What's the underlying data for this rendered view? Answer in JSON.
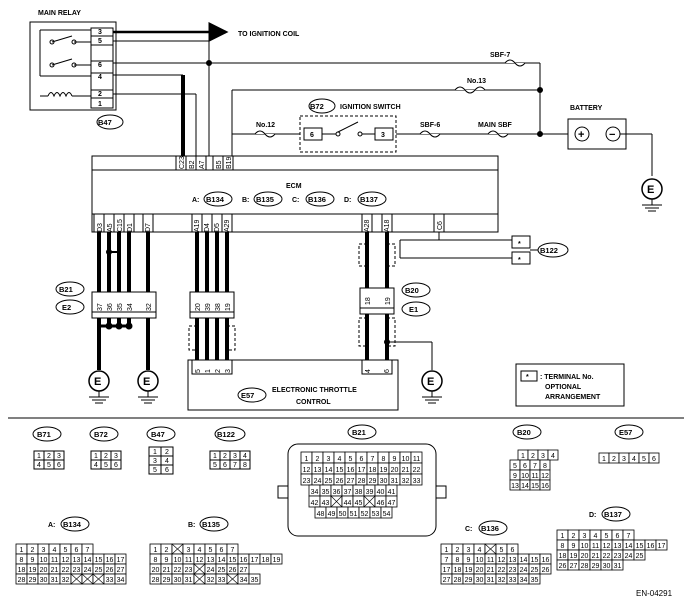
{
  "main_relay": {
    "title": "MAIN RELAY",
    "pins": [
      "3",
      "5",
      "6",
      "4",
      "2",
      "1"
    ],
    "connector": "B47"
  },
  "ignition_coil": "TO IGNITION COIL",
  "fuses": {
    "sbf7": "SBF-7",
    "no13": "No.13",
    "no12": "No.12",
    "sbf6": "SBF-6",
    "main_sbf": "MAIN SBF"
  },
  "ignition_switch": {
    "connector": "B72",
    "label": "IGNITION SWITCH",
    "pin_left": "6",
    "pin_right": "3"
  },
  "battery": {
    "label": "BATTERY",
    "plus": "+",
    "minus": "−"
  },
  "ground": "E",
  "ecm": {
    "label": "ECM",
    "top_pins": [
      "C23",
      "B2",
      "A7",
      "B5",
      "B19"
    ],
    "connectors": [
      {
        "key": "A:",
        "name": "B134"
      },
      {
        "key": "B:",
        "name": "B135"
      },
      {
        "key": "C:",
        "name": "B136"
      },
      {
        "key": "D:",
        "name": "B137"
      }
    ],
    "bottom_pins_left": [
      "D3",
      "A5",
      "C15",
      "D1",
      "D7"
    ],
    "bottom_pins_mid": [
      "A19",
      "D4",
      "D5",
      "A29"
    ],
    "bottom_pins_right": [
      "A28",
      "A18"
    ],
    "bottom_pin_c6": "C6"
  },
  "b122": {
    "name": "B122",
    "star": "*"
  },
  "b21": {
    "name": "B21",
    "e2": "E2",
    "pins": [
      "37",
      "36",
      "35",
      "34",
      "32",
      "20",
      "39",
      "38",
      "19"
    ]
  },
  "b20": {
    "name": "B20",
    "e1": "E1",
    "pins": [
      "18",
      "19"
    ]
  },
  "throttle": {
    "name": "E57",
    "label_1": "ELECTRONIC THROTTLE",
    "label_2": "CONTROL",
    "pins_left": [
      "5",
      "1",
      "2",
      "3"
    ],
    "pins_right": [
      "4",
      "6"
    ]
  },
  "legend": {
    "star": "*",
    "line1": ": TERMINAL No.",
    "line2": "OPTIONAL",
    "line3": "ARRANGEMENT"
  },
  "connector_views": {
    "b71": {
      "name": "B71",
      "rows": [
        [
          "1",
          "2",
          "3"
        ],
        [
          "4",
          "5",
          "6"
        ]
      ]
    },
    "b72": {
      "name": "B72",
      "rows": [
        [
          "1",
          "2",
          "3"
        ],
        [
          "4",
          "5",
          "6"
        ]
      ]
    },
    "b47": {
      "name": "B47",
      "rows": [
        [
          "1",
          "2"
        ],
        [
          "3",
          "4"
        ],
        [
          "5",
          "6"
        ]
      ]
    },
    "b122": {
      "name": "B122",
      "rows": [
        [
          "1",
          "2",
          "3",
          "4"
        ],
        [
          "5",
          "6",
          "7",
          "8"
        ]
      ]
    },
    "b21": {
      "name": "B21",
      "rows": [
        [
          "1",
          "2",
          "3",
          "4",
          "5",
          "6",
          "7",
          "8",
          "9",
          "10",
          "11"
        ],
        [
          "12",
          "13",
          "14",
          "15",
          "16",
          "17",
          "18",
          "19",
          "20",
          "21",
          "22"
        ],
        [
          "23",
          "24",
          "25",
          "26",
          "27",
          "28",
          "29",
          "30",
          "31",
          "32",
          "33"
        ],
        [
          "34",
          "35",
          "36",
          "37",
          "38",
          "39",
          "40",
          "41"
        ],
        [
          "42",
          "43",
          "",
          "44",
          "45",
          "",
          "46",
          "47"
        ],
        [
          "48",
          "49",
          "50",
          "51",
          "52",
          "53",
          "54"
        ]
      ]
    },
    "b20": {
      "name": "B20",
      "rows": [
        [
          "1",
          "2",
          "3",
          "4"
        ],
        [
          "5",
          "6",
          "7",
          "8"
        ],
        [
          "9",
          "10",
          "11",
          "12"
        ],
        [
          "13",
          "14",
          "15",
          "16"
        ]
      ]
    },
    "e57": {
      "name": "E57",
      "rows": [
        [
          "1",
          "2",
          "3",
          "4",
          "5",
          "6"
        ]
      ]
    },
    "b134": {
      "key": "A:",
      "name": "B134",
      "rows": [
        [
          "1",
          "2",
          "3",
          "4",
          "5",
          "6",
          "7"
        ],
        [
          "8",
          "9",
          "10",
          "11",
          "12",
          "13",
          "14",
          "15",
          "16",
          "17"
        ],
        [
          "18",
          "19",
          "20",
          "21",
          "22",
          "23",
          "24",
          "25",
          "26",
          "27"
        ],
        [
          "28",
          "29",
          "30",
          "31",
          "32",
          "",
          "",
          "",
          "33",
          "34"
        ]
      ]
    },
    "b135": {
      "key": "B:",
      "name": "B135",
      "rows": [
        [
          "1",
          "2",
          "",
          "3",
          "4",
          "5",
          "6",
          "7"
        ],
        [
          "8",
          "9",
          "10",
          "11",
          "12",
          "13",
          "14",
          "15",
          "16",
          "17",
          "18",
          "19"
        ],
        [
          "20",
          "21",
          "22",
          "23",
          "",
          "24",
          "25",
          "26",
          "27"
        ],
        [
          "28",
          "29",
          "30",
          "31",
          "",
          "32",
          "33",
          "",
          "34",
          "35"
        ]
      ]
    },
    "b136": {
      "key": "C:",
      "name": "B136",
      "rows": [
        [
          "1",
          "2",
          "3",
          "4",
          "",
          "5",
          "6"
        ],
        [
          "7",
          "8",
          "9",
          "10",
          "11",
          "12",
          "13",
          "14",
          "15",
          "16"
        ],
        [
          "17",
          "18",
          "19",
          "20",
          "21",
          "22",
          "23",
          "24",
          "25",
          "26"
        ],
        [
          "27",
          "28",
          "29",
          "30",
          "31",
          "32",
          "33",
          "34",
          "35"
        ]
      ]
    },
    "b137": {
      "key": "D:",
      "name": "B137",
      "rows": [
        [
          "1",
          "2",
          "3",
          "4",
          "5",
          "6",
          "7"
        ],
        [
          "8",
          "9",
          "10",
          "11",
          "12",
          "13",
          "14",
          "15",
          "16",
          "17"
        ],
        [
          "18",
          "19",
          "20",
          "21",
          "22",
          "23",
          "24",
          "25"
        ],
        [
          "26",
          "27",
          "28",
          "29",
          "30",
          "31"
        ]
      ]
    }
  },
  "footer_code": "EN-04291"
}
